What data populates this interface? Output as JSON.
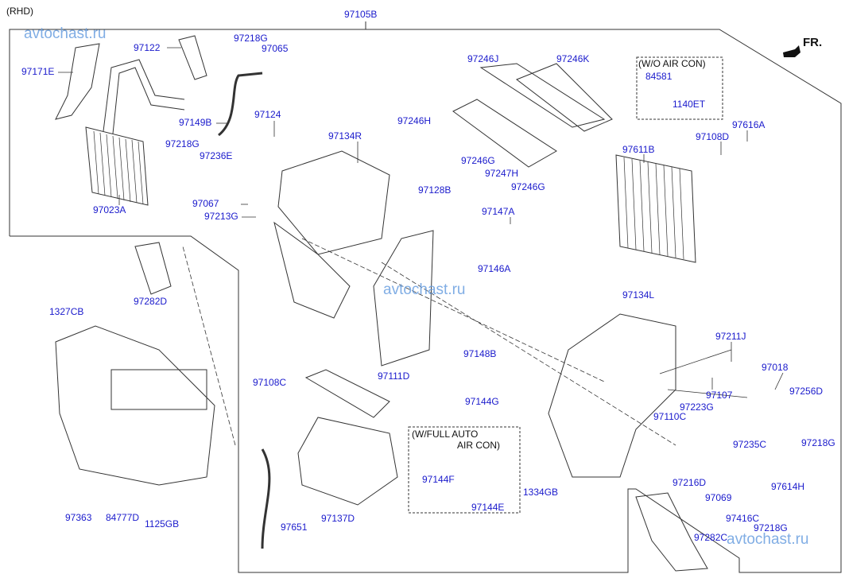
{
  "variant": "(RHD)",
  "direction": "FR.",
  "watermark": "avtochast.ru",
  "notes": {
    "wo_air_con": "(W/O AIR CON)",
    "full_auto_1": "(W/FULL AUTO",
    "full_auto_2": "AIR CON)"
  },
  "labels": [
    "97105B",
    "97122",
    "97218G",
    "97065",
    "97171E",
    "97246J",
    "97246K",
    "84581",
    "1140ET",
    "97149B",
    "97124",
    "97246H",
    "97108D",
    "97616A",
    "97218G",
    "97134R",
    "97236E",
    "97611B",
    "97246G",
    "97247H",
    "97246G",
    "97128B",
    "97067",
    "97023A",
    "97213G",
    "97147A",
    "97282D",
    "97146A",
    "97134L",
    "1327CB",
    "97211J",
    "97148B",
    "97018",
    "97108C",
    "97111D",
    "97107",
    "97256D",
    "97223G",
    "97144G",
    "97110C",
    "97235C",
    "97218G",
    "97144F",
    "97216D",
    "1334GB",
    "97069",
    "97614H",
    "97144E",
    "97363",
    "84777D",
    "1125GB",
    "97416C",
    "97651",
    "97137D",
    "97218G",
    "97282C"
  ],
  "colors": {
    "label": "#1a1acc",
    "line": "#333333",
    "watermark": "#6a9fe0"
  }
}
